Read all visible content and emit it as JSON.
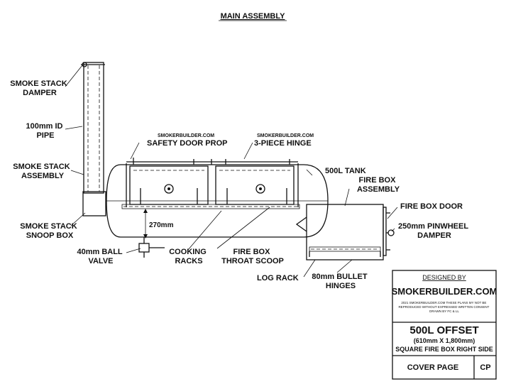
{
  "title": "MAIN ASSEMBLY",
  "labels": {
    "smoke_stack_damper": [
      "SMOKE STACK",
      "DAMPER"
    ],
    "pipe": [
      "100mm ID",
      "PIPE"
    ],
    "smoke_stack_assembly": [
      "SMOKE STACK",
      "ASSEMBLY"
    ],
    "snoop_box": [
      "SMOKE STACK",
      "SNOOP BOX"
    ],
    "ball_valve": [
      "40mm BALL",
      "VALVE"
    ],
    "cooking_racks": [
      "COOKING",
      "RACKS"
    ],
    "throat_scoop": [
      "FIRE BOX",
      "THROAT SCOOP"
    ],
    "log_rack": "LOG RACK",
    "bullet_hinges": [
      "80mm BULLET",
      "HINGES"
    ],
    "tank": "500L TANK",
    "fire_box_assembly": [
      "FIRE BOX",
      "ASSEMBLY"
    ],
    "fire_box_door": "FIRE BOX DOOR",
    "pinwheel_damper": [
      "250mm PINWHEEL",
      "DAMPER"
    ],
    "safety_door_prop_site": "SMOKERBUILDER.COM",
    "safety_door_prop": "SAFETY DOOR PROP",
    "hinge_site": "SMOKERBUILDER.COM",
    "hinge": "3-PIECE HINGE",
    "dimension": "270mm"
  },
  "title_block": {
    "designed_by": "DESIGNED BY",
    "company": "SMOKERBUILDER.COM",
    "notice": [
      "2021 SMOKERBUILDER.COM THESE PLANS MY NOT BE",
      "REPRODUCED WITHOUT EXPRESSED WRITTEN CONSENT",
      "DRAWN BY FC & LL"
    ],
    "model": "500L OFFSET",
    "dims": "(610mm X 1,800mm)",
    "config": "SQUARE FIRE BOX RIGHT SIDE",
    "sheet": "COVER PAGE",
    "sheet_code": "CP"
  }
}
